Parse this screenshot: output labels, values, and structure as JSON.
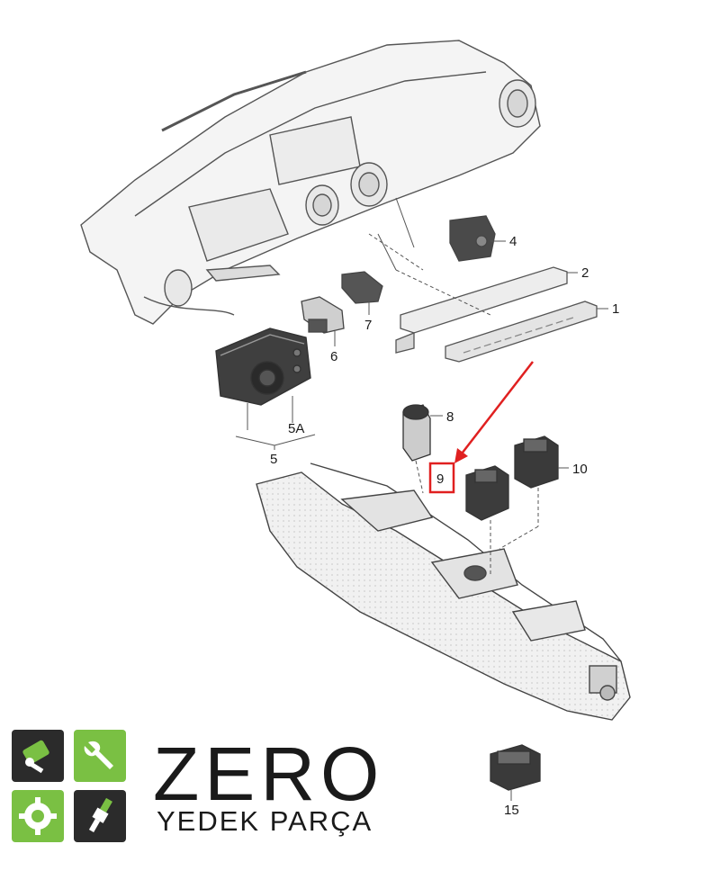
{
  "callouts": {
    "c1": "1",
    "c2": "2",
    "c4": "4",
    "c5": "5",
    "c5a": "5A",
    "c6": "6",
    "c7": "7",
    "c8": "8",
    "c9": "9",
    "c10": "10",
    "c15": "15"
  },
  "highlight": {
    "part": "9",
    "color": "#e02020"
  },
  "brand": {
    "word": "ZERO",
    "subtitle": "YEDEK PARÇA"
  },
  "colors": {
    "dark_tile": "#2b2b2b",
    "green_tile": "#7ac043",
    "ink": "#1a1a1a",
    "part_fill": "#f4f4f4"
  },
  "icons": [
    "piston-icon",
    "wrench-icon",
    "gear-icon",
    "spark-plug-icon"
  ]
}
